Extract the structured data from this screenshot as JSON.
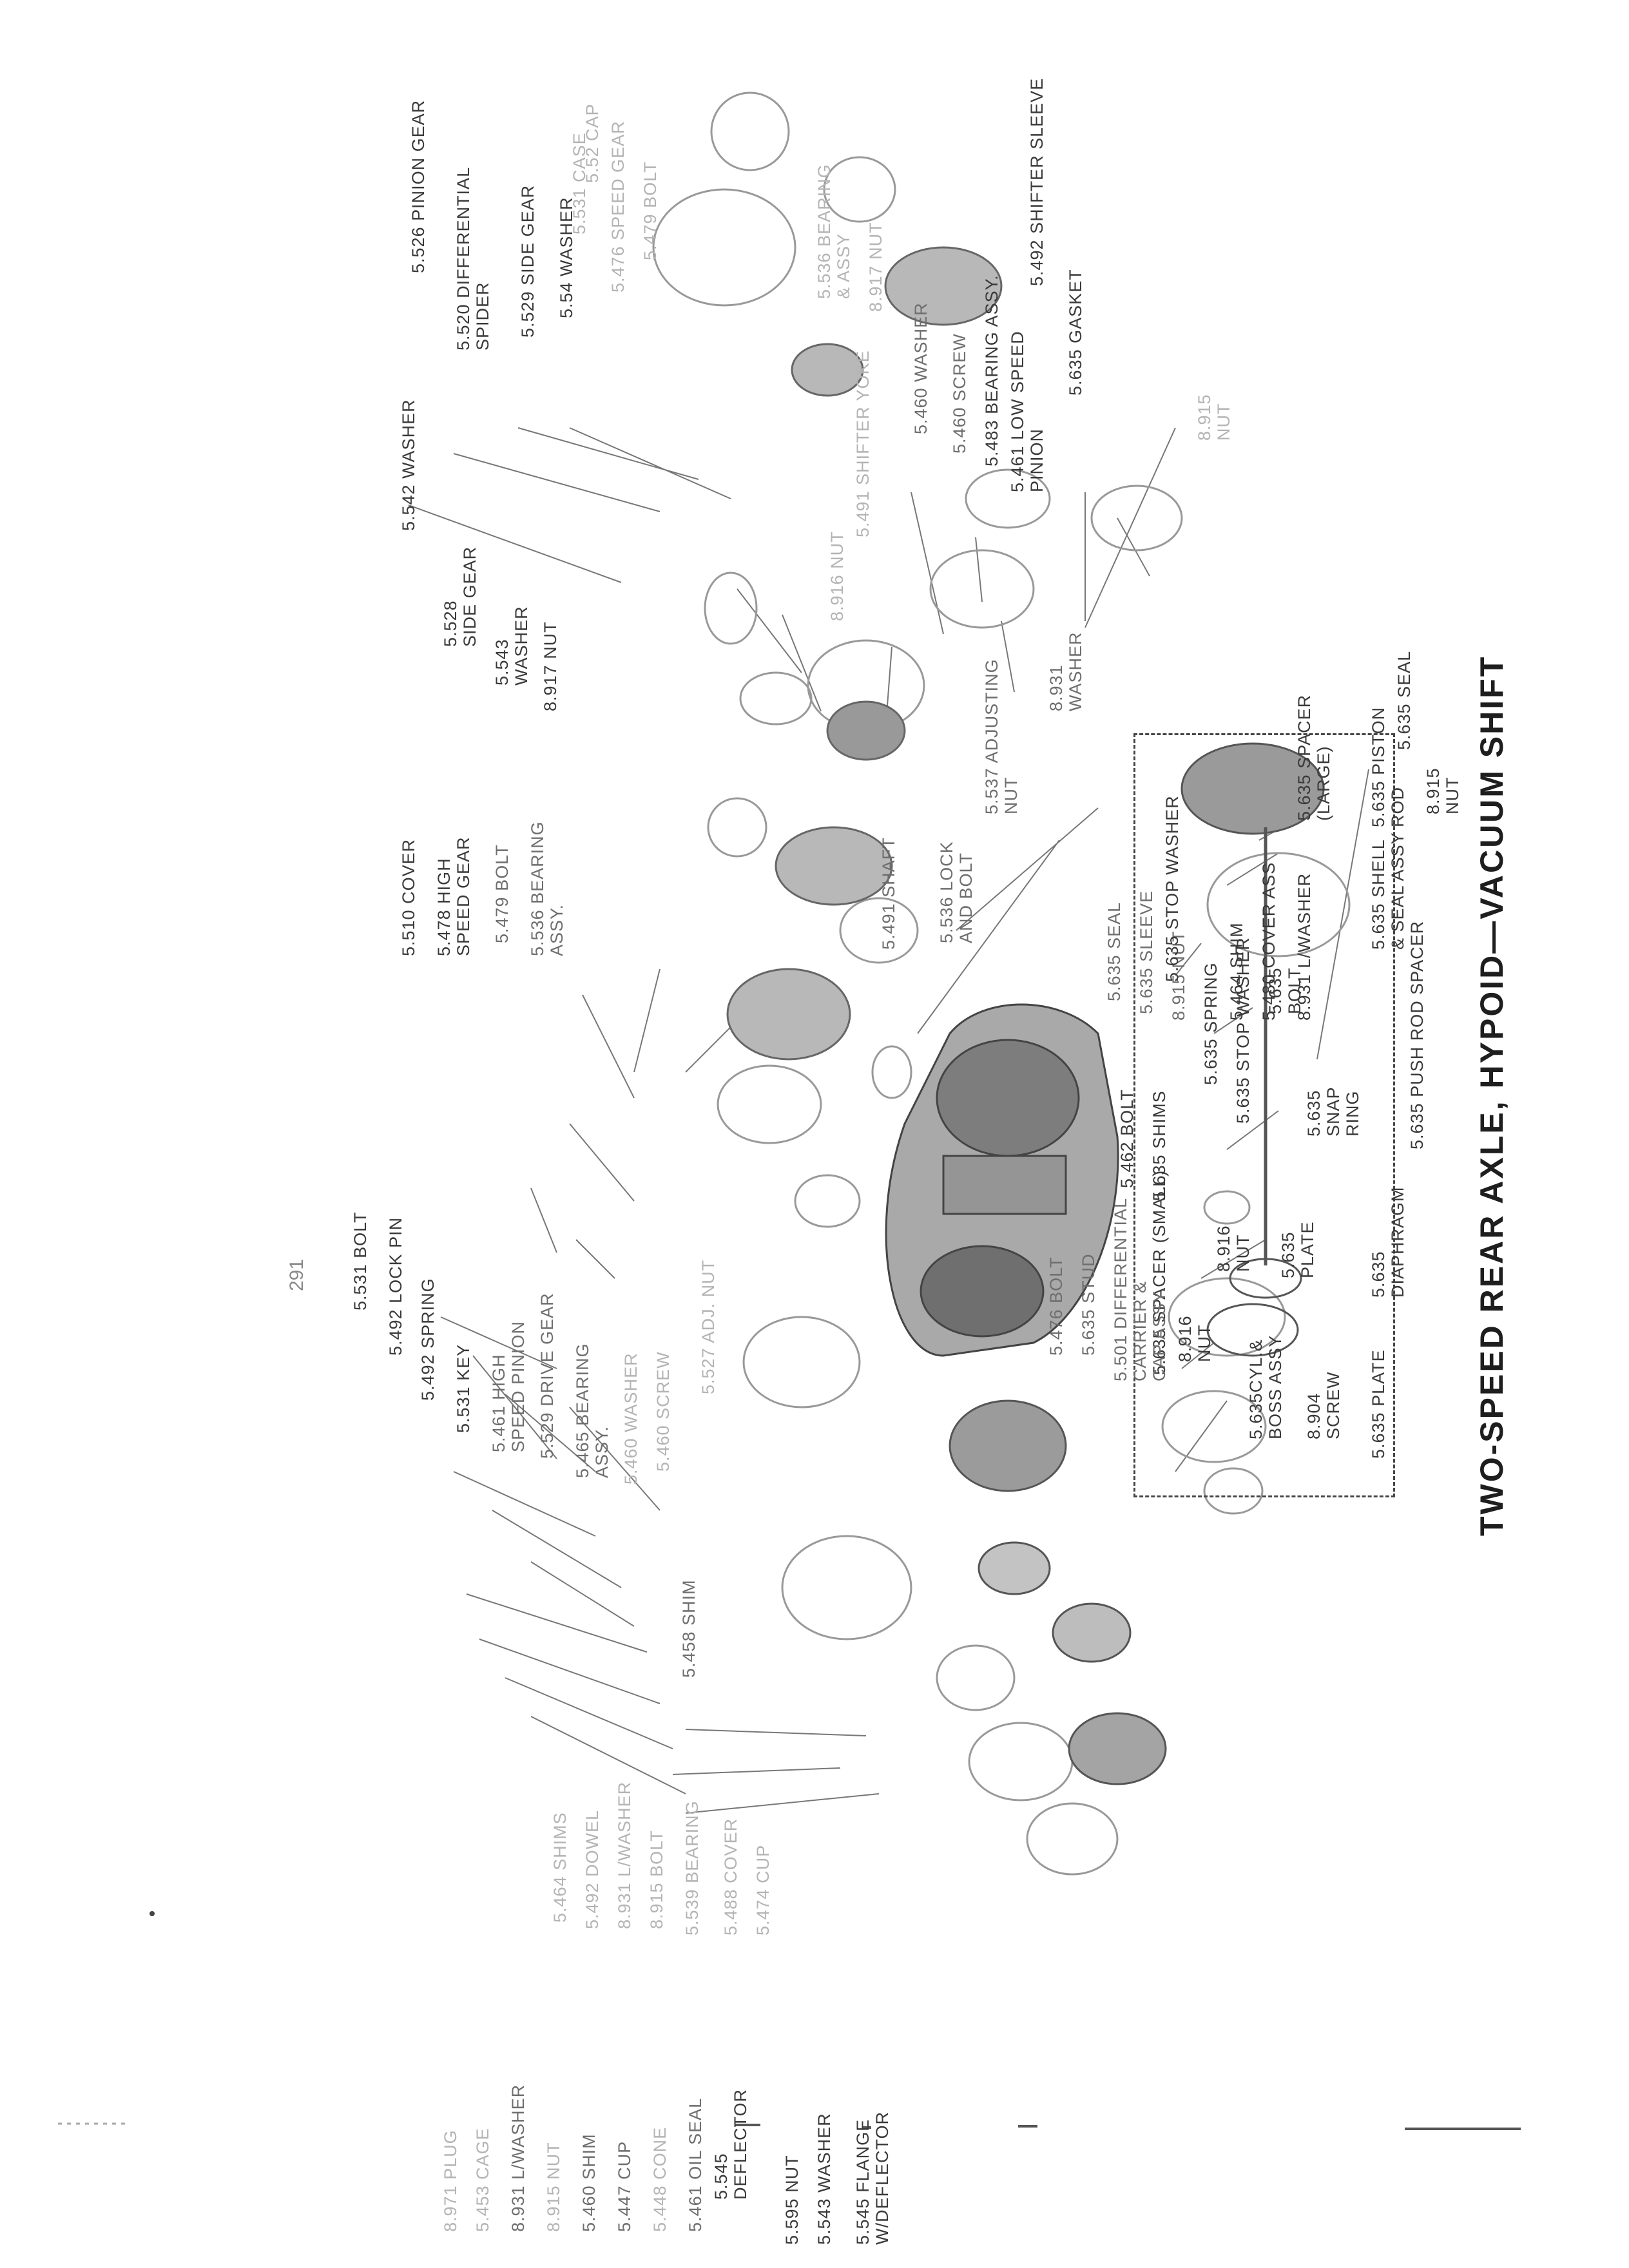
{
  "title": "TWO-SPEED REAR AXLE, HYPOID—VACUUM SHIFT",
  "page_number": "291",
  "labels": {
    "l01": "5.526 PINION GEAR",
    "l02": "5.520 DIFFERENTIAL\nSPIDER",
    "l03": "5.529 SIDE GEAR",
    "l04": "5.54  WASHER",
    "l05": "5.542 WASHER",
    "l06": "5.528\nSIDE GEAR",
    "l07": "5.543\nWASHER",
    "l08": "8.917 NUT",
    "l09": "5.510 COVER",
    "l10": "5.478 HIGH\nSPEED GEAR",
    "l11": "5.479 BOLT",
    "l12": "5.536 BEARING\nASSY.",
    "l13": "5.460 WASHER",
    "l14": "5.460 SCREW",
    "l15": "5.483 BEARING ASSY.",
    "l16": "5.461 LOW SPEED\nPINION",
    "l17": "5.492 SHIFTER SLEEVE",
    "l18": "5.635 GASKET",
    "l19": "8.916 NUT",
    "l20": "5.491 SHIFTER YOKE",
    "l21": "8.915\nNUT",
    "l22": "5.491 SHAFT",
    "l23": "5.536 LOCK\nAND BOLT",
    "l24": "5.537 ADJUSTING\nNUT",
    "l25": "8.931\nWASHER",
    "l26": "5.635 SEAL",
    "l27": "5.635 SLEEVE",
    "l28": "8.915 NUT",
    "l29": "5.464 SHIM",
    "l30": "5.480 COVER ASS",
    "l31": "8.931 L/WASHER",
    "l32": "5.635 SPACER\n(LARGE)",
    "l33": "5.635 PISTON\nROD",
    "l34": "5.635 SEAL",
    "l35": "8.915\nNUT",
    "l36": "5.635 SHELL\n& SEAL ASSY",
    "l37": "5.635 STOP WASHER",
    "l38": "5.635 SPRING",
    "l39": "5.635 STOP WASHER",
    "l40": "5.635\nBOLT",
    "l41": "5.635\nSNAP\nRING",
    "l42": "5.635 PUSH ROD SPACER",
    "l43": "5.635 SPACER (SMALL)",
    "l44": "8.916\nNUT",
    "l45": "5.635CYL.&\nBOSS ASSY",
    "l46": "8.904\nSCREW",
    "l47": "5.635 PLATE",
    "l48": "8.916\nNUT",
    "l49": "5.635\nPLATE",
    "l50": "5.635\nDIAPHRAGM",
    "l51": "5.462 BOLT",
    "l52": "5.635 SHIMS",
    "l53": "5.476 BOLT",
    "l54": "5.635 STUD",
    "l55": "5.501 DIFFERENTIAL\nCARRIER &\nCAP ASSY.",
    "l56": "5.531 BOLT",
    "l57": "5.492 LOCK PIN",
    "l58": "5.492 SPRING",
    "l59": "5.531 KEY",
    "l60": "5.461 HIGH\nSPEED PINION",
    "l61": "5.529 DRIVE GEAR",
    "l62": "5.465 BEARING\nASSY.",
    "l63": "5.460 WASHER",
    "l64": "5.460 SCREW",
    "l65": "5.527 ADJ. NUT",
    "l66": "5.458 SHIM",
    "l67": "5.464 SHIMS",
    "l68": "5.492 DOWEL",
    "l69": "8.931 L/WASHER",
    "l70": "8.915 BOLT",
    "l71": "5.539 BEARING",
    "l72": "5.488 COVER",
    "l73": "5.474 CUP",
    "l74": "8.971 PLUG",
    "l75": "5.453 CAGE",
    "l76": "8.931 L/WASHER",
    "l77": "8.915 NUT",
    "l78": "5.460 SHIM",
    "l79": "5.447 CUP",
    "l80": "5.448 CONE",
    "l81": "5.461 OIL SEAL",
    "l82": "5.545\nDEFLECTOR",
    "l83": "5.595 NUT",
    "l84": "5.543 WASHER",
    "l85": "5.545 FLANGE\nW/DEFLECTOR",
    "l86": "5.531 CASE",
    "l87": "5.476 SPEED GEAR",
    "l88": "5.479 BOLT",
    "l89": "5.536 BEARING\n& ASSY",
    "l90": "8.917 NUT",
    "l91": "5.52 CAP"
  }
}
